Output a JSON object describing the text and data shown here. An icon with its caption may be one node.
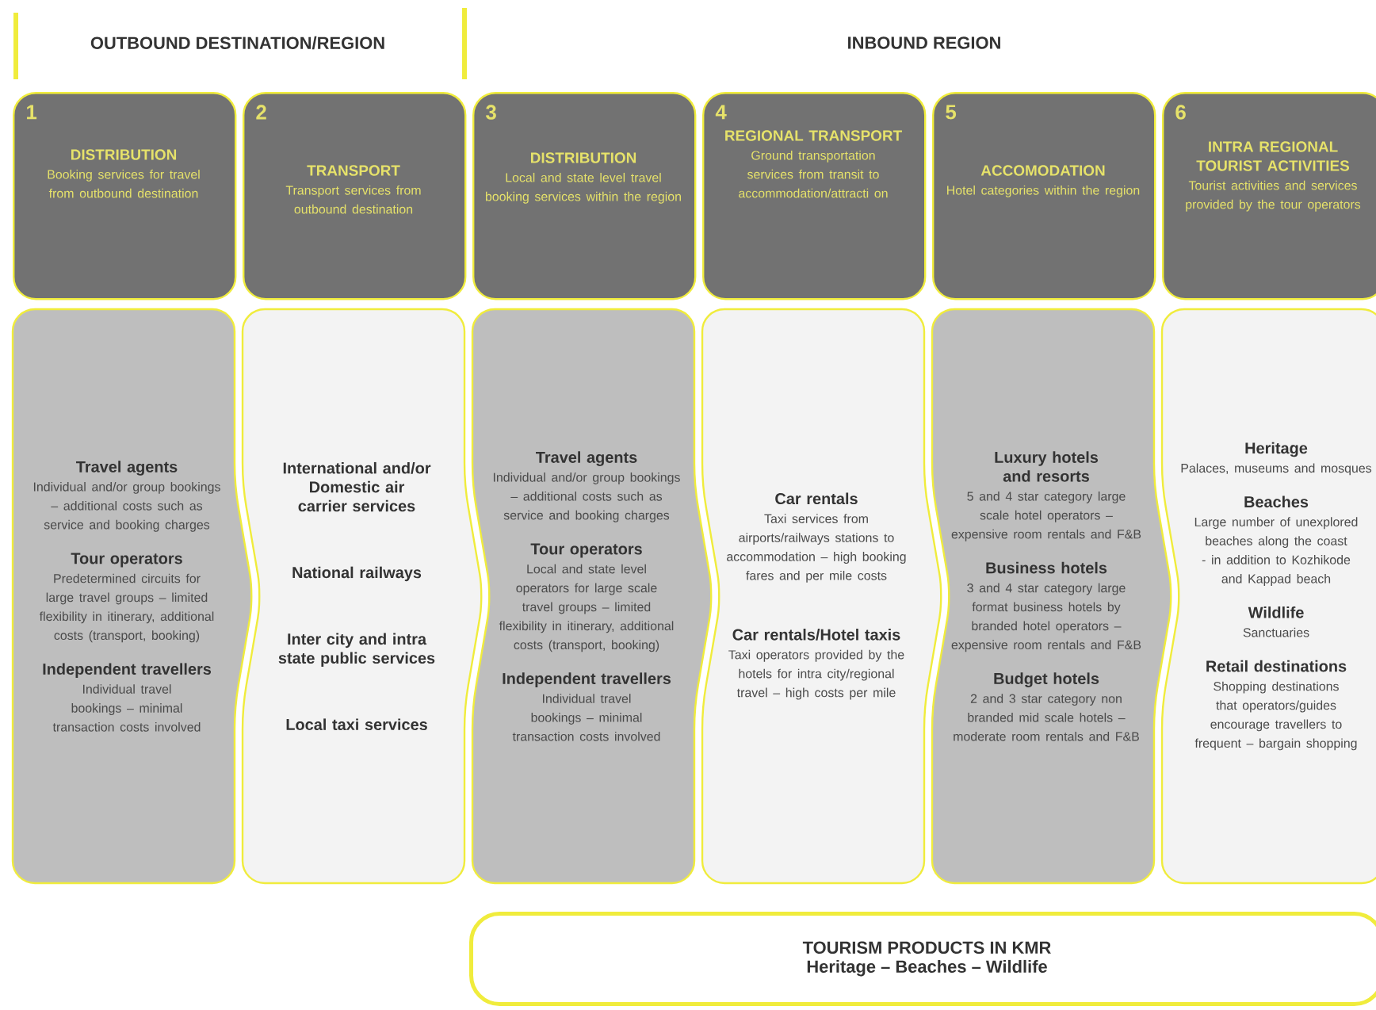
{
  "diagram": {
    "nodes": [
      {
        "text": [
          "1",
          "DISTRIBUTION",
          "Booking services for travel from outbound destination"
        ]
      },
      {
        "text": [
          "2",
          "TRANSPORT",
          "Transport services from outbound destination"
        ]
      },
      {
        "text": [
          "3",
          "DISTRIBUTION",
          "Local and state level travel booking services within the region"
        ]
      },
      {
        "text": [
          "4",
          "REGIONAL TRANSPORT",
          "Ground transportation services from transit to accommodation/attracti on"
        ]
      },
      {
        "text": [
          "5",
          "ACCOMODATION",
          "Hotel categories within the region"
        ]
      },
      {
        "text": [
          "6",
          "INTRA REGIONAL TOURIST ACTIVITIES",
          "Tourist activities and services provided by the tour operators"
        ]
      },
      {
        "text": [
          "Travel agents",
          "Individual and/or group bookings – additional costs such as service and booking charges",
          "Tour operators",
          "Predetermined circuits for large travel groups – limited flexibility in itinerary, additional costs (transport, booking)",
          "Independent travellers",
          "Individual travel bookings – minimal transaction costs involved"
        ]
      },
      {
        "text": [
          "International and/or Domestic air carrier services",
          "National railways",
          "Inter city and intra state public services",
          "Local taxi services"
        ]
      },
      {
        "text": [
          "Travel agents",
          "Individual and/or group bookings – additional costs such as service and booking charges",
          "Tour operators",
          "Local and state level operators for large scale travel groups – limited flexibility in itinerary, additional costs (transport, booking)",
          "Independent travellers",
          "Individual travel bookings – minimal transaction costs involved"
        ]
      },
      {
        "text": [
          "Car rentals",
          "Taxi services from airports/railways stations to accommodation – high booking fares and per mile costs",
          "Car rentals/Hotel taxis",
          "Taxi operators provided by the hotels for intra city/regional travel – high costs per mile"
        ]
      },
      {
        "text": [
          "Luxury hotels and resorts",
          "5 and 4 star category large scale hotel operators – expensive room rentals and F&B",
          "Business hotels",
          "3 and 4 star category large format business hotels by branded hotel operators – expensive room rentals and F&B",
          "Budget hotels",
          "2 and 3 star category non branded mid scale hotels – moderate room rentals and F&B"
        ]
      },
      {
        "text": [
          "Heritage",
          "Palaces, museums and mosques",
          "Beaches",
          "Large number of unexplored beaches along the coast - in addition to Kozhikode and Kappad beach",
          "Wildlife",
          "Sanctuaries",
          "Retail destinations",
          "Shopping destinations that operators/guides encourage travellers to frequent – bargain shopping"
        ]
      },
      {
        "text": [
          "TOURISM PRODUCTS IN KMR",
          "Heritage – Beaches – Wildlife"
        ]
      }
    ],
    "labels": [
      "OUTBOUND DESTINATION/REGION",
      "INBOUND REGION"
    ]
  }
}
